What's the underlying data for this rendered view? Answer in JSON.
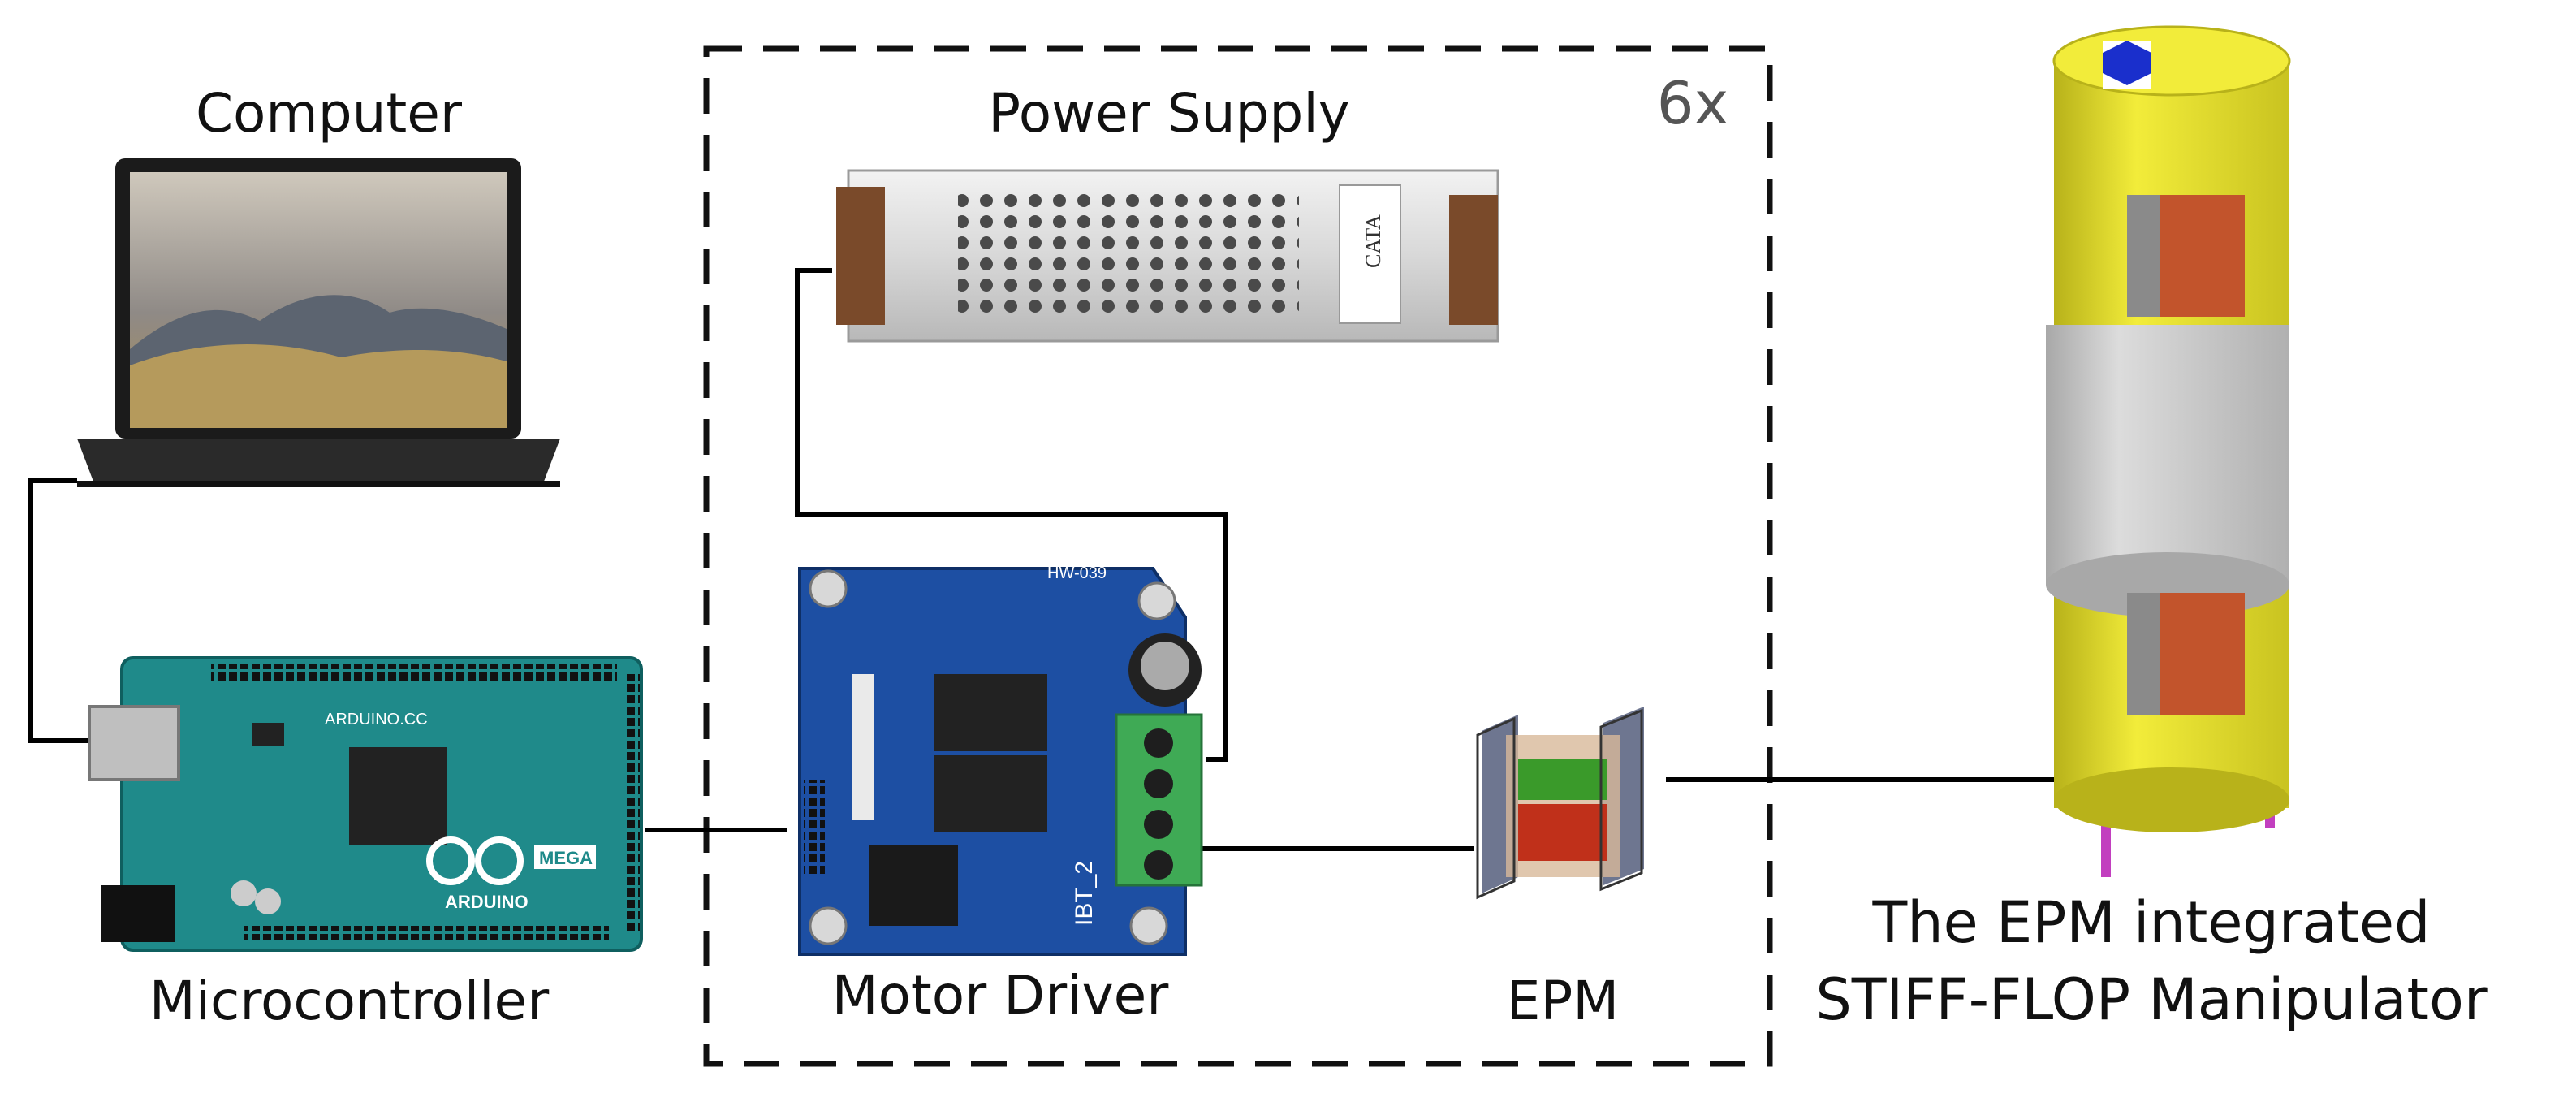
{
  "labels": {
    "computer": "Computer",
    "power_supply": "Power Supply",
    "multiplier": "6x",
    "microcontroller": "Microcontroller",
    "motor_driver": "Motor Driver",
    "epm": "EPM",
    "manipulator_line1": "The EPM integrated",
    "manipulator_line2": "STIFF-FLOP Manipulator"
  },
  "board_text": {
    "arduino_cc": "ARDUINO.CC",
    "arduino": "ARDUINO",
    "mega": "MEGA",
    "driver_model": "HW-039",
    "driver_name": "IBT_2",
    "psu_brand": "CATA"
  },
  "colors": {
    "arduino_board": "#1f8a8a",
    "driver_board": "#1d4fa3",
    "terminal_block": "#3faa55",
    "manipulator_body": "#e8e22a",
    "manipulator_sleeve": "#cfcfcf",
    "manipulator_core": "#c2542c",
    "hex_socket": "#1a2fcc",
    "pins": "#c23fbf",
    "epm_green": "#3a9a2a",
    "epm_red": "#c0301a",
    "wire": "#000000"
  }
}
